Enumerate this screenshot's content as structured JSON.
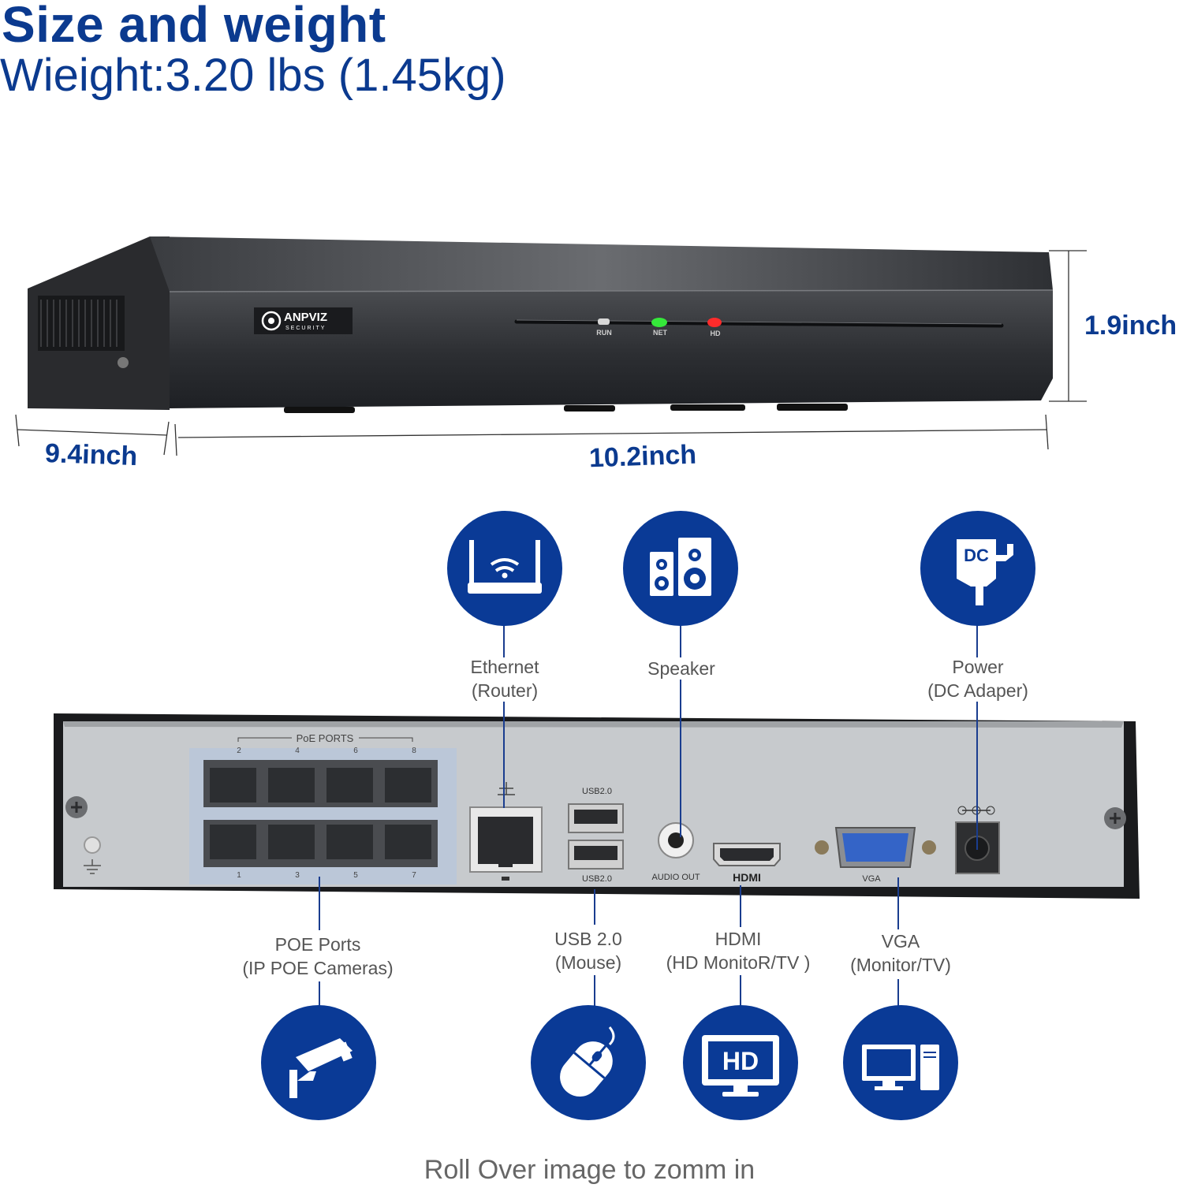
{
  "header": {
    "title": "Size and weight",
    "weight": "Wieight:3.20 lbs (1.45kg)"
  },
  "dimensions": {
    "height": "1.9inch",
    "depth": "9.4inch",
    "width": "10.2inch"
  },
  "front_panel": {
    "brand": "ANPVIZ",
    "brand_sub": "SECURITY",
    "leds": [
      "RUN",
      "NET",
      "HD"
    ]
  },
  "rear_panel": {
    "poe_header": "PoE PORTS",
    "poe_top_numbers": [
      "2",
      "4",
      "6",
      "8"
    ],
    "poe_bottom_numbers": [
      "1",
      "3",
      "5",
      "7"
    ],
    "usb_top": "USB2.0",
    "usb_bottom": "USB2.0",
    "audio_out": "AUDIO OUT",
    "hdmi": "HDMI",
    "vga": "VGA"
  },
  "callouts": {
    "ethernet": {
      "line1": "Ethernet",
      "line2": "(Router)",
      "icon": "router-icon"
    },
    "speaker": {
      "line1": "Speaker",
      "icon": "speaker-icon"
    },
    "power": {
      "line1": "Power",
      "line2": "(DC Adaper)",
      "icon": "dc-power-icon",
      "icon_text": "DC"
    },
    "poe": {
      "line1": "POE Ports",
      "line2": "(IP POE Cameras)",
      "icon": "camera-icon"
    },
    "usb": {
      "line1": "USB 2.0",
      "line2": "(Mouse)",
      "icon": "mouse-icon"
    },
    "hdmi": {
      "line1": "HDMI",
      "line2": "(HD MonitoR/TV )",
      "icon": "hd-monitor-icon",
      "icon_text": "HD"
    },
    "vga": {
      "line1": "VGA",
      "line2": "(Monitor/TV)",
      "icon": "computer-icon"
    }
  },
  "footer": "Roll Over image to zomm in",
  "colors": {
    "brand_blue": "#0a3a96",
    "text_blue": "#0b3a8f",
    "label_gray": "#555555"
  }
}
